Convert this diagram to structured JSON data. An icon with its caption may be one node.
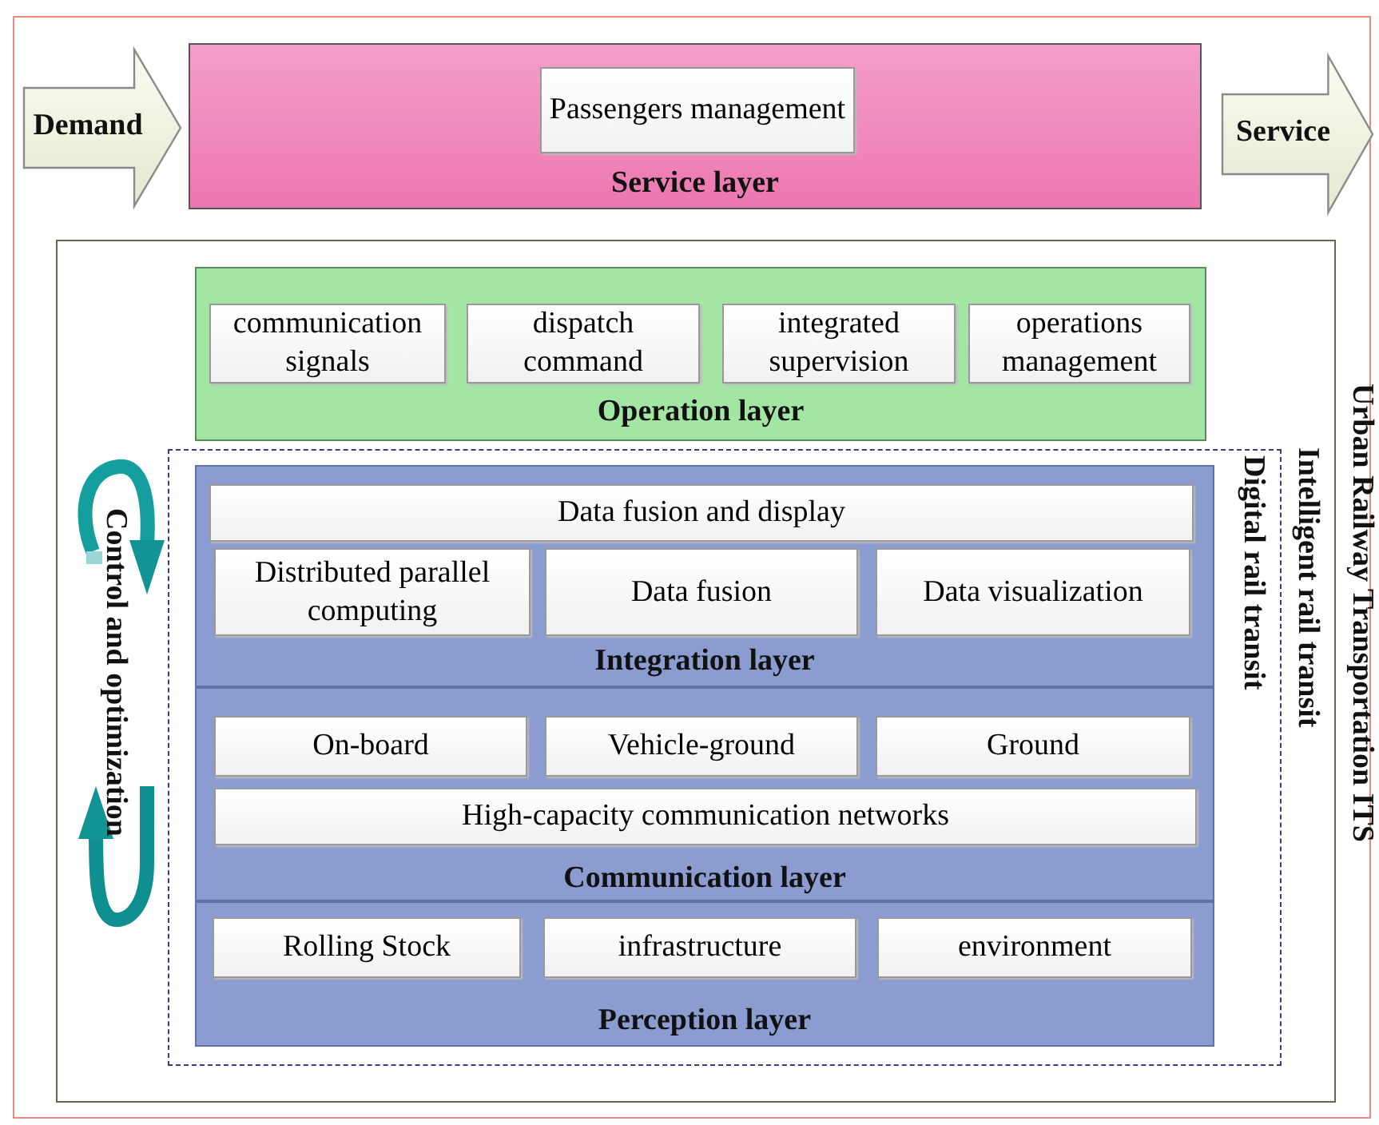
{
  "diagram": {
    "nodes": [
      {
        "text": [
          "Urban Railway Transportation ITS"
        ]
      },
      {
        "text": [
          "Demand"
        ],
        "in": 0
      },
      {
        "text": [
          "Service layer"
        ],
        "in": 0
      },
      {
        "text": [
          "Passengers management"
        ],
        "in": 2
      },
      {
        "text": [
          "Service"
        ],
        "in": 0
      },
      {
        "text": [
          "Intelligent rail transit"
        ],
        "in": 0
      },
      {
        "text": [
          "Operation layer"
        ],
        "in": 5
      },
      {
        "text": [
          "communication signals"
        ],
        "in": 6
      },
      {
        "text": [
          "dispatch command"
        ],
        "in": 6
      },
      {
        "text": [
          "integrated supervision"
        ],
        "in": 6
      },
      {
        "text": [
          "operations management"
        ],
        "in": 6
      },
      {
        "text": [
          "Digital rail transit"
        ],
        "in": 5
      },
      {
        "text": [
          "Integration layer"
        ],
        "in": 11
      },
      {
        "text": [
          "Data fusion and display"
        ],
        "in": 12
      },
      {
        "text": [
          "Distributed parallel computing"
        ],
        "in": 12
      },
      {
        "text": [
          "Data fusion"
        ],
        "in": 12
      },
      {
        "text": [
          "Data visualization"
        ],
        "in": 12
      },
      {
        "text": [
          "Communication layer"
        ],
        "in": 11
      },
      {
        "text": [
          "On-board"
        ],
        "in": 17
      },
      {
        "text": [
          "Vehicle-ground"
        ],
        "in": 17
      },
      {
        "text": [
          "Ground"
        ],
        "in": 17
      },
      {
        "text": [
          "High-capacity communication networks"
        ],
        "in": 17
      },
      {
        "text": [
          "Perception layer"
        ],
        "in": 11
      },
      {
        "text": [
          "Rolling Stock"
        ],
        "in": 22
      },
      {
        "text": [
          "infrastructure"
        ],
        "in": 22
      },
      {
        "text": [
          "environment"
        ],
        "in": 22
      }
    ],
    "labels": [
      "Control and optimization"
    ]
  }
}
